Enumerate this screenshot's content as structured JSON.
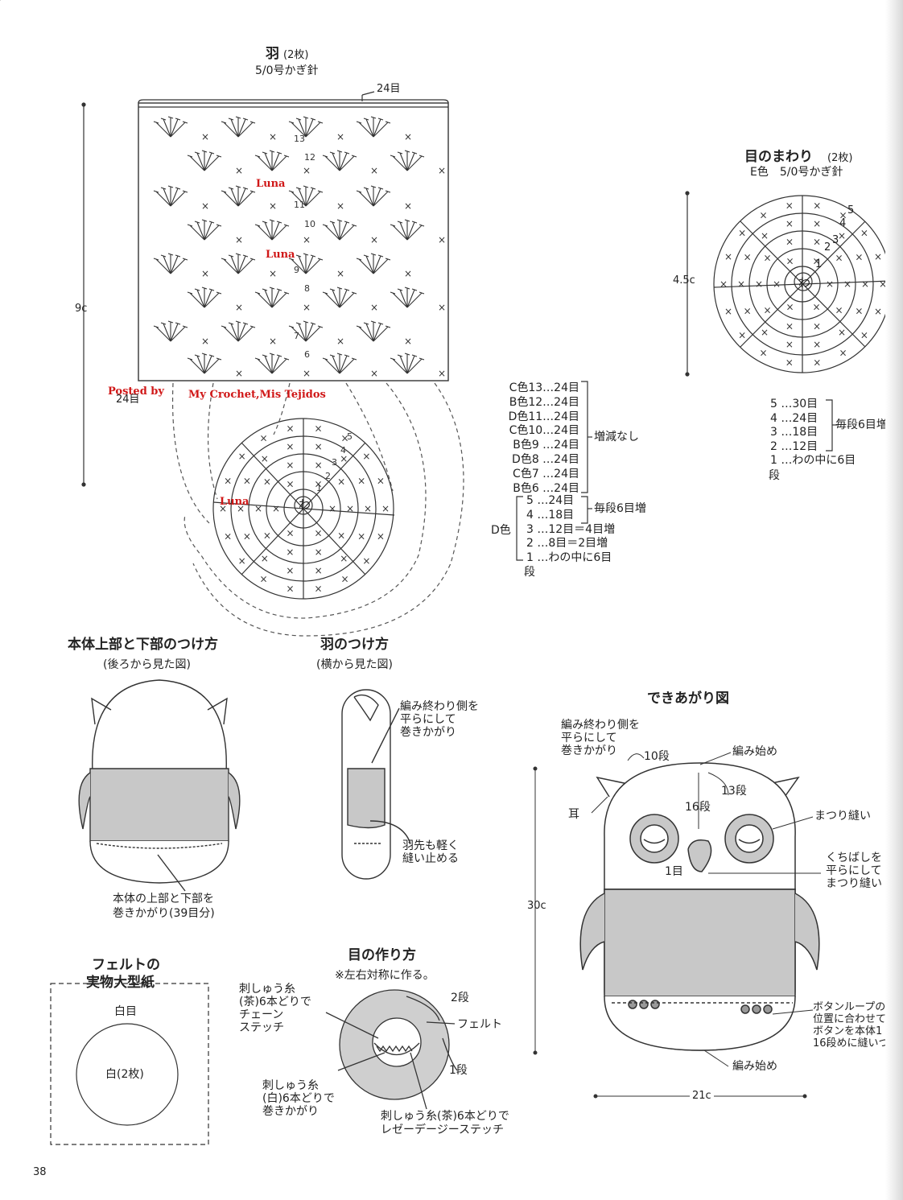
{
  "wing": {
    "title": "羽",
    "count": "(2枚)",
    "hook": "5/0号かぎ針",
    "top_stitches": "24目",
    "bottom_stitches": "24目",
    "height": "9c",
    "row_numbers": [
      "13",
      "12",
      "11",
      "10",
      "9",
      "8",
      "7",
      "6",
      "5",
      "4",
      "3",
      "2",
      "1"
    ],
    "ring": "わ",
    "colors": [
      {
        "color": "C色",
        "row": "13…24目"
      },
      {
        "color": "B色",
        "row": "12…24目"
      },
      {
        "color": "D色",
        "row": "11…24目"
      },
      {
        "color": "C色",
        "row": "10…24目"
      },
      {
        "color": "B色",
        "row": "9 …24目"
      },
      {
        "color": "D色",
        "row": "8 …24目"
      },
      {
        "color": "C色",
        "row": "7 …24目"
      },
      {
        "color": "B色",
        "row": "6 …24目"
      }
    ],
    "no_change": "増減なし",
    "d_color": "D色",
    "inc_rows": [
      "5 …24目",
      "4 …18目",
      "3 …12目＝4目増",
      "2 …8目＝2目増",
      "1 …わの中に6目"
    ],
    "inc_note": "毎段6目増",
    "dan": "段"
  },
  "eye_ring": {
    "title": "目のまわり",
    "count": "(2枚)",
    "subtitle": "E色　5/0号かぎ針",
    "size": "4.5c",
    "ring": "わ",
    "rows": [
      "5 …30目",
      "4 …24目",
      "3 …18目",
      "2 …12目",
      "1 …わの中に6目"
    ],
    "note": "毎段6目増",
    "dan": "段",
    "row_labels": [
      "1",
      "2",
      "3",
      "4",
      "5"
    ]
  },
  "watermark": {
    "posted_by": "Posted by",
    "credit": "My Crochet,Mis Tejidos",
    "luna": "Luna"
  },
  "body_join": {
    "title": "本体上部と下部のつけ方",
    "subtitle": "(後ろから見た図)",
    "note_line1": "本体の上部と下部を",
    "note_line2": "巻きかがり(39目分)"
  },
  "wing_attach": {
    "title": "羽のつけ方",
    "subtitle": "(横から見た図)",
    "note1": [
      "編み終わり側を",
      "平らにして",
      "巻きかがり"
    ],
    "note2": [
      "羽先も軽く",
      "縫い止める"
    ]
  },
  "finished": {
    "title": "できあがり図",
    "note_top": [
      "編み終わり側を",
      "平らにして",
      "巻きかがり"
    ],
    "row10": "10段",
    "start_top": "編み始め",
    "row13": "13段",
    "row16": "16段",
    "ear": "耳",
    "whip": "まつり縫い",
    "beak": [
      "くちばしを",
      "平らにして",
      "まつり縫い"
    ],
    "row1": "1目",
    "height": "30c",
    "button": [
      "ボタンループの",
      "位置に合わせて",
      "ボタンを本体1",
      "16段めに縫いつ"
    ],
    "start_bottom": "編み始め",
    "width": "21c"
  },
  "felt": {
    "title1": "フェルトの",
    "title2": "実物大型紙",
    "white_eye": "白目",
    "white_count": "白(2枚)"
  },
  "eye_make": {
    "title": "目の作り方",
    "note": "※左右対称に作る。",
    "left1": [
      "刺しゅう糸",
      "(茶)6本どりで",
      "チェーン",
      "ステッチ"
    ],
    "left2": [
      "刺しゅう糸",
      "(白)6本どりで",
      "巻きかがり"
    ],
    "row2": "2段",
    "felt": "フェルト",
    "row1": "1段",
    "bottom": [
      "刺しゅう糸(茶)6本どりで",
      "レゼーデージーステッチ"
    ]
  },
  "page_number": "38"
}
